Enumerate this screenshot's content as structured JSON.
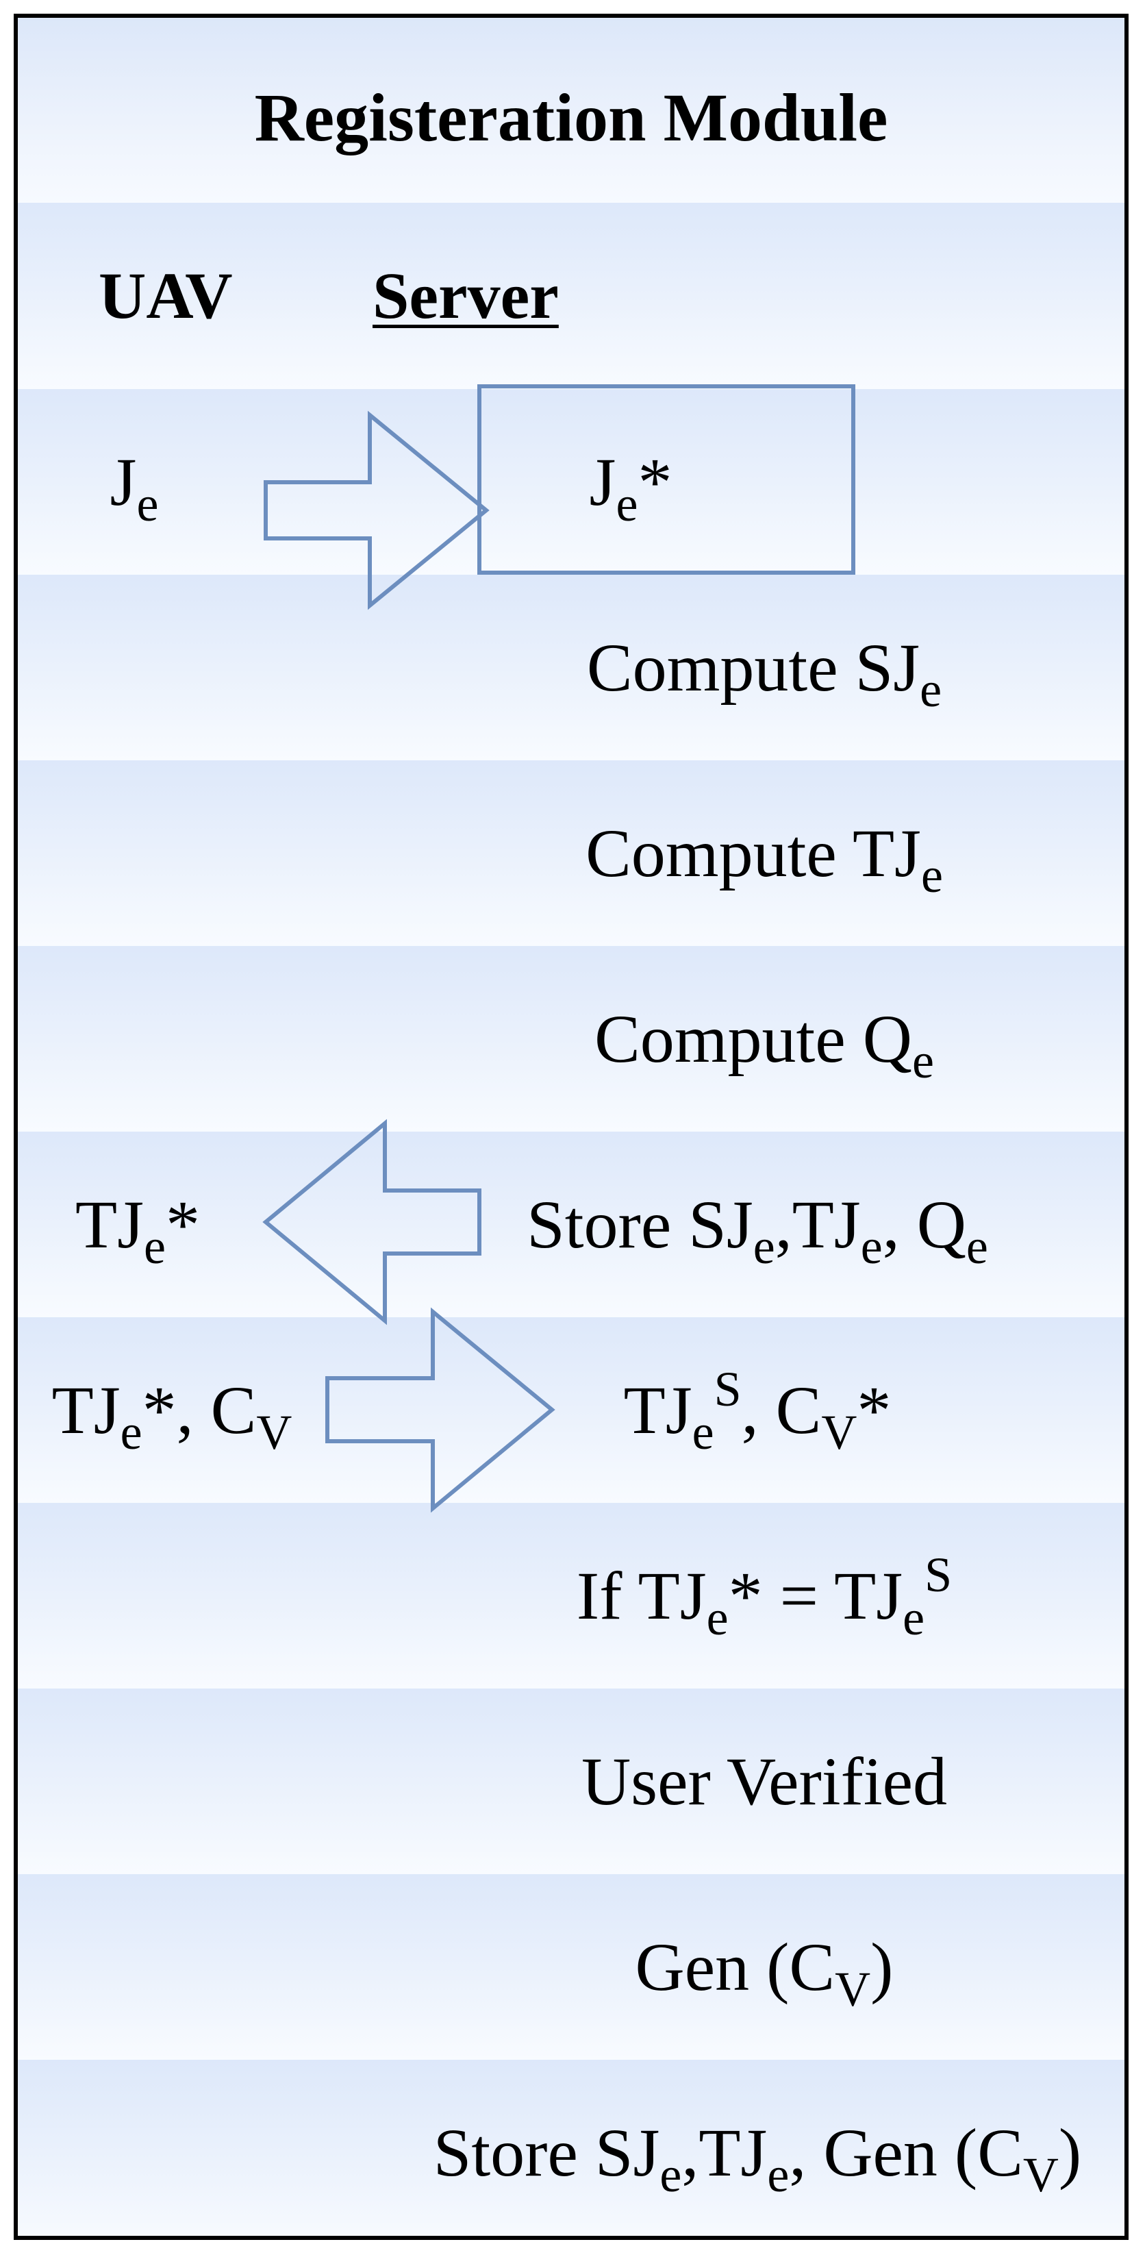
{
  "diagram": {
    "title": "Registeration Module",
    "columns": {
      "left": "UAV",
      "right": "Server"
    },
    "rows": [
      {
        "left_parts": [
          {
            "t": "J"
          },
          {
            "t": "e",
            "sub": true
          }
        ],
        "right_parts": [
          {
            "t": "J"
          },
          {
            "t": "e",
            "sub": true
          },
          {
            "t": "*"
          }
        ],
        "arrow": "right",
        "boxed": true
      },
      {
        "left_parts": [],
        "right_parts": [
          {
            "t": "Compute SJ"
          },
          {
            "t": "e",
            "sub": true
          }
        ]
      },
      {
        "left_parts": [],
        "right_parts": [
          {
            "t": "Compute TJ"
          },
          {
            "t": "e",
            "sub": true
          }
        ]
      },
      {
        "left_parts": [],
        "right_parts": [
          {
            "t": "Compute Q"
          },
          {
            "t": "e",
            "sub": true
          }
        ]
      },
      {
        "left_parts": [
          {
            "t": "TJ"
          },
          {
            "t": "e",
            "sub": true
          },
          {
            "t": "*"
          }
        ],
        "right_parts": [
          {
            "t": "Store SJ"
          },
          {
            "t": "e",
            "sub": true
          },
          {
            "t": ",TJ"
          },
          {
            "t": "e",
            "sub": true
          },
          {
            "t": ", Q"
          },
          {
            "t": "e",
            "sub": true
          }
        ],
        "arrow": "left"
      },
      {
        "left_parts": [
          {
            "t": "TJ"
          },
          {
            "t": "e",
            "sub": true
          },
          {
            "t": "*, C"
          },
          {
            "t": "V",
            "sub": true
          }
        ],
        "right_parts": [
          {
            "t": "TJ"
          },
          {
            "t": "e",
            "sub": true
          },
          {
            "t": "S",
            "sup": true
          },
          {
            "t": ", C"
          },
          {
            "t": "V",
            "sub": true
          },
          {
            "t": "*"
          }
        ],
        "arrow": "right"
      },
      {
        "left_parts": [],
        "right_parts": [
          {
            "t": "If  TJ"
          },
          {
            "t": "e",
            "sub": true
          },
          {
            "t": "* = TJ"
          },
          {
            "t": "e",
            "sub": true
          },
          {
            "t": "S",
            "sup": true
          }
        ]
      },
      {
        "left_parts": [],
        "right_parts": [
          {
            "t": "User Verified"
          }
        ]
      },
      {
        "left_parts": [],
        "right_parts": [
          {
            "t": "Gen (C"
          },
          {
            "t": "V",
            "sub": true
          },
          {
            "t": ")"
          }
        ]
      },
      {
        "left_parts": [],
        "right_parts": [
          {
            "t": "Store SJ"
          },
          {
            "t": "e",
            "sub": true
          },
          {
            "t": ",TJ"
          },
          {
            "t": "e",
            "sub": true
          },
          {
            "t": ", Gen (C"
          },
          {
            "t": "V",
            "sub": true
          },
          {
            "t": ")"
          }
        ]
      }
    ],
    "colors": {
      "arrow_stroke": "#6c8ebf",
      "box_stroke": "#6c8ebf",
      "band_top": "#dde8fa",
      "band_bottom": "#f8fbff",
      "border": "#000000"
    }
  }
}
